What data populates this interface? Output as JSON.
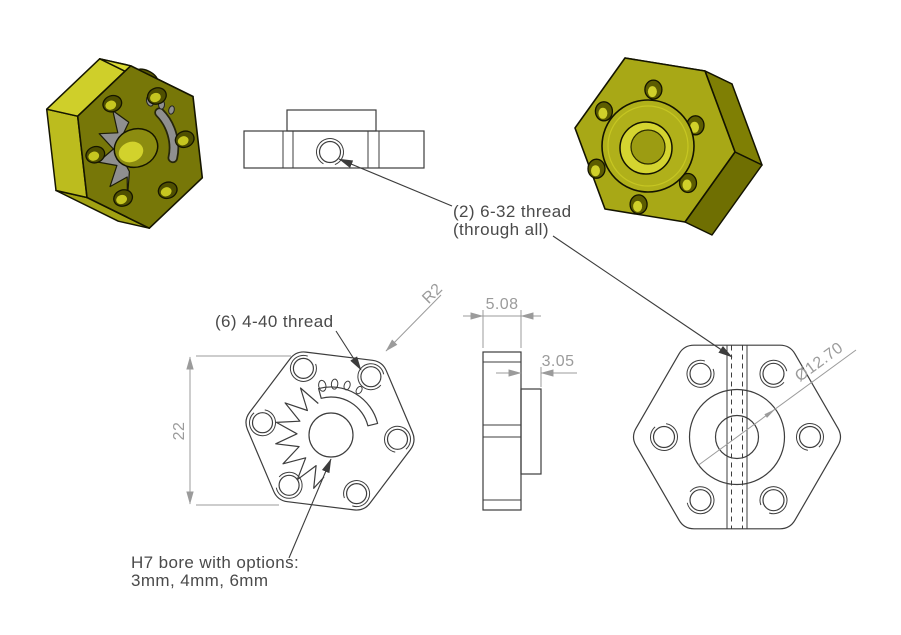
{
  "drawing": {
    "notes": {
      "thread_632_line1": "(2) 6-32 thread",
      "thread_632_line2": "(through all)",
      "thread_440": "(6) 4-40 thread",
      "bore_line1": "H7 bore with options:",
      "bore_line2": "3mm, 4mm, 6mm"
    },
    "dimensions": {
      "height": "22",
      "corner_radius": "R2",
      "thickness": "5.08",
      "boss_depth": "3.05",
      "boss_diameter": "Ø12.70"
    },
    "colors": {
      "part_face_dark": "#777708",
      "part_face_light": "#a8a816",
      "part_highlight": "#d9d932",
      "cut_gray": "#8f8f8f",
      "line": "#3d3d3d",
      "dimension": "#9b9b9b",
      "note_text": "#4a4a4a"
    }
  }
}
